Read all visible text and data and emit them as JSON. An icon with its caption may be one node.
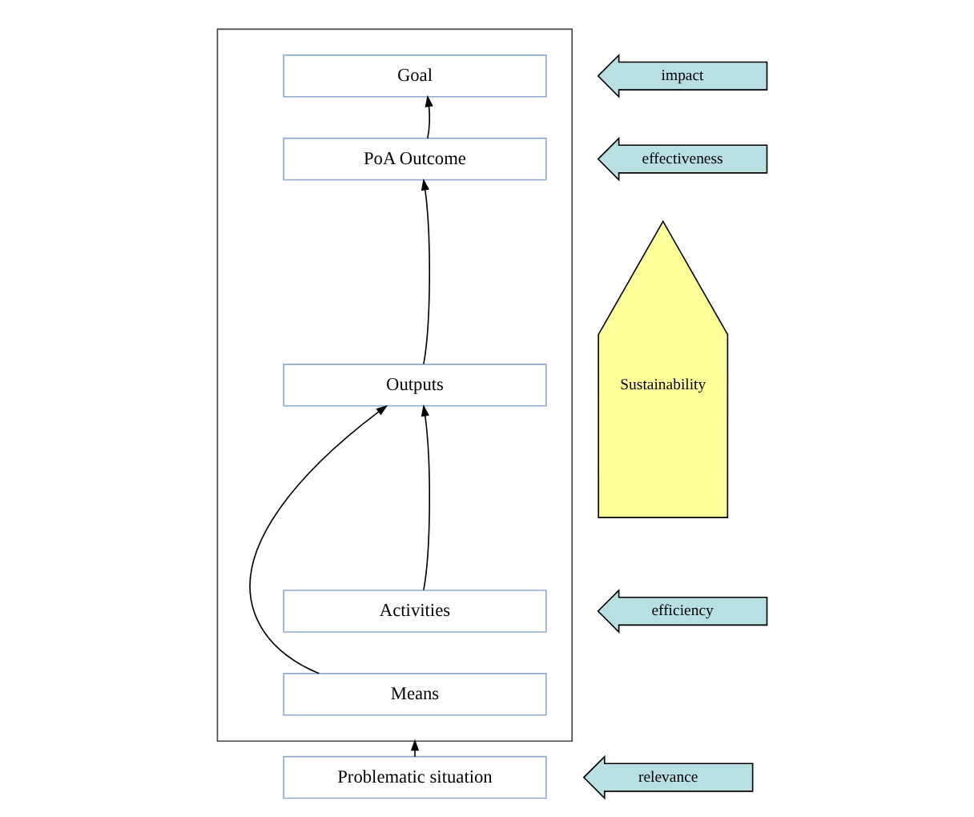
{
  "diagram": {
    "nodes": [
      {
        "text": [],
        "shape": "box"
      },
      {
        "text": [
          "Goal"
        ],
        "in": 0
      },
      {
        "text": [
          "PoA Outcome"
        ],
        "in": 0
      },
      {
        "text": [
          "Outputs"
        ],
        "in": 0
      },
      {
        "text": [
          "Activities"
        ],
        "in": 0
      },
      {
        "text": [
          "Means"
        ],
        "in": 0
      },
      {
        "text": [
          "Problematic situation"
        ]
      },
      {
        "text": [
          "impact"
        ]
      },
      {
        "text": [
          "effectiveness"
        ]
      },
      {
        "text": [
          "efficiency"
        ]
      },
      {
        "text": [
          "relevance"
        ]
      },
      {
        "text": [
          "Sustainability"
        ]
      }
    ],
    "edges": [
      {
        "from": 2,
        "to": 1,
        "arrow": "to"
      },
      {
        "from": 3,
        "to": 2,
        "arrow": "to"
      },
      {
        "from": 4,
        "to": 3,
        "arrow": "to"
      },
      {
        "from": 5,
        "to": 3,
        "arrow": "to"
      },
      {
        "from": 6,
        "to": 0,
        "arrow": "to"
      }
    ]
  }
}
